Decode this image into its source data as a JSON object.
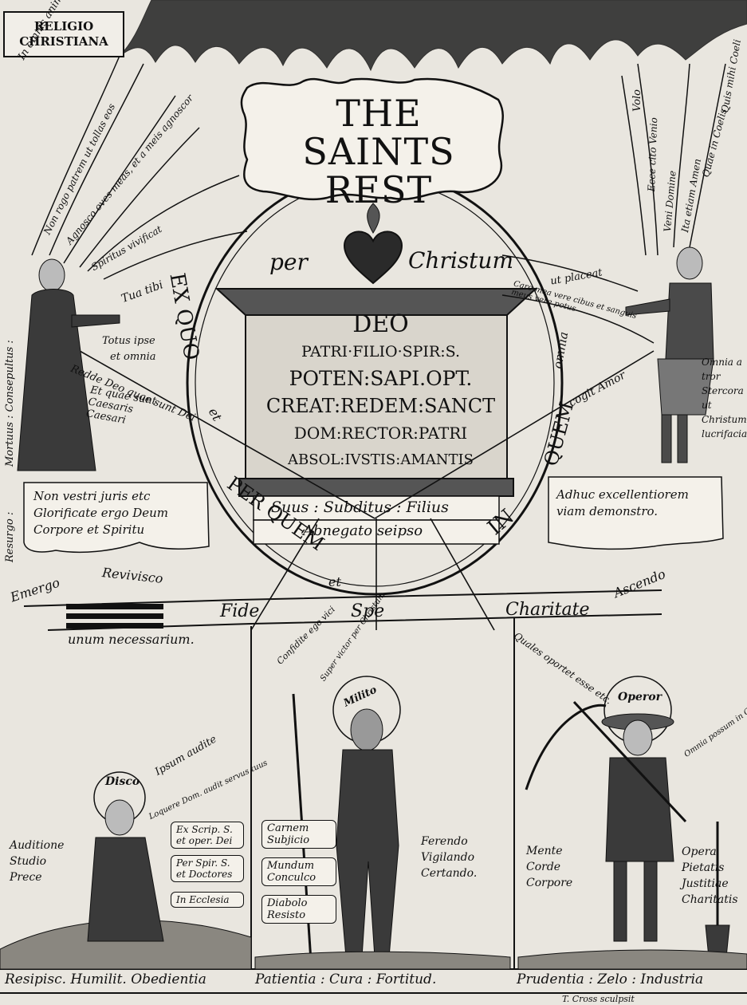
{
  "corner_label": {
    "line1": "RELIGIO",
    "line2": "CHRISTIANA"
  },
  "title": {
    "line1": "THE SAINTS",
    "line2": "REST"
  },
  "per_christum": {
    "left": "per",
    "right": "Christum"
  },
  "altar": {
    "line1": "DEO",
    "line2": "PATRI·FILIO·SPIR:S.",
    "line3": "POTEN:SAPI.OPT.",
    "line4": "CREAT:REDEM:SANCT",
    "line5": "DOM:RECTOR:PATRI",
    "line6": "ABSOL:IVSTIS:AMANTIS"
  },
  "plinth": {
    "line1": "Suus : Subditus : Filius",
    "line2": "Abnegato  seipso"
  },
  "oval_text": {
    "ex_quo": "EX QUO",
    "et1": "et",
    "per_quem": "PER QUEM",
    "et2": "et",
    "in": "IN",
    "quem": "QUEM",
    "omnia": "omnia"
  },
  "left_figure": {
    "scrolls": [
      "In omnis anima mea",
      "Non rogo patrem ut tollas eos",
      "Agnosco oves meas, et a meis agnoscor",
      "Spiritus vivificat",
      "Tua tibi"
    ],
    "caption1": "Totus ipse",
    "caption2": "et omnia",
    "redde": "Redde Deo quae sunt Dei",
    "et_quae": "Et quae sunt Caesaris Caesari",
    "side": "Mortuus : Consepultus :",
    "resurgo": "Resurgo :",
    "box": [
      "Non vestri juris etc",
      "Glorificate ergo Deum",
      "Corpore et Spiritu"
    ]
  },
  "right_figure": {
    "scrolls": [
      "Volo",
      "Ecce cito Venio",
      "Veni Domine",
      "Ita etiam Amen",
      "Quae in Coelis",
      "Quis mihi Coeli"
    ],
    "ut_placeat": "ut placeat",
    "caro": "Caro mea vere cibus et sanguis meus vere potus",
    "cogit": "cogit Amor",
    "side": [
      "Omnia a",
      "tror Stercora",
      "ut Christum",
      "lucrifaciam"
    ],
    "box": [
      "Adhuc excellentiorem",
      "viam demonstro."
    ]
  },
  "middle_band": {
    "emergo": "Emergo",
    "revivisco": "Revivisco",
    "unum": "unum necessarium.",
    "fide": "Fide",
    "spe": "Spe",
    "charitate": "Charitate",
    "ascendo": "Ascendo"
  },
  "bottom_left": {
    "halo": "Disco",
    "scroll1": "Ipsum audite",
    "scroll2": "Loquere Dom. audit servus tuus",
    "caption": [
      "Auditione",
      "Studio",
      "Prece"
    ],
    "tags": [
      "Ex Scrip. S. et oper. Dei",
      "Per Spir. S. et Doctores",
      "In Ecclesia"
    ],
    "footer": "Resipisc. Humilit. Obedientia"
  },
  "bottom_center": {
    "halo": "Milito",
    "scroll1": "Confidite ego vici",
    "scroll2": "Super victor per Christum",
    "tags": [
      "Carnem Subjicio",
      "Mundum Conculco",
      "Diabolo Resisto"
    ],
    "caption": [
      "Ferendo",
      "Vigilando",
      "Certando."
    ],
    "footer": "Patientia : Cura : Fortitud."
  },
  "bottom_right": {
    "halo": "Operor",
    "scroll1": "Quales oportet esse etc.",
    "scroll2": "Omnia possum in Christo",
    "caption": [
      "Mente",
      "Corde",
      "Corpore"
    ],
    "opera": [
      "Opera",
      "Pietatis",
      "Justitiae",
      "Charitatis"
    ],
    "footer": "Prudentia : Zelo : Industria"
  },
  "engraver": "T. Cross sculpsit"
}
